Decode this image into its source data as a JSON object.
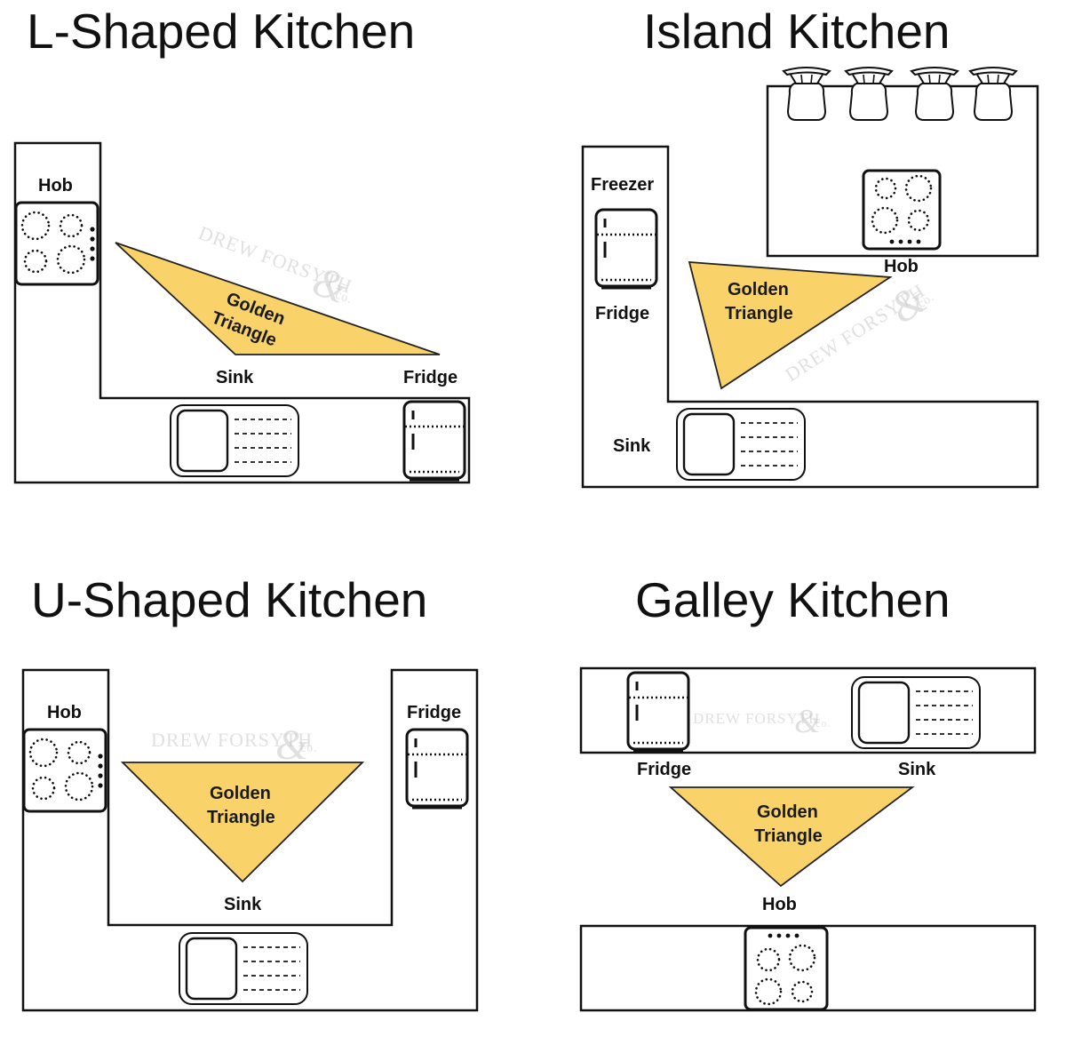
{
  "colors": {
    "triangle_fill": "#F8CF5C",
    "line": "#111111",
    "background": "#FFFFFF",
    "watermark": "#C8C8C8"
  },
  "watermark": {
    "text": "DREW FORSYTH",
    "suffix": "co.",
    "ampersand": "&"
  },
  "layouts": [
    {
      "id": "l-shaped",
      "title": "L-Shaped Kitchen",
      "labels": {
        "hob": "Hob",
        "sink": "Sink",
        "fridge": "Fridge"
      },
      "triangle": {
        "line1": "Golden",
        "line2": "Triangle",
        "vertices": [
          "Hob",
          "Sink",
          "Fridge"
        ]
      },
      "appliances": [
        "hob-icon",
        "sink-icon",
        "fridge-icon"
      ]
    },
    {
      "id": "island",
      "title": "Island Kitchen",
      "labels": {
        "freezer": "Freezer",
        "fridge": "Fridge",
        "hob": "Hob",
        "sink": "Sink"
      },
      "triangle": {
        "line1": "Golden",
        "line2": "Triangle",
        "vertices": [
          "Fridge",
          "Hob",
          "Sink"
        ]
      },
      "appliances": [
        "fridge-freezer-icon",
        "hob-icon",
        "sink-icon",
        "bar-stool-icon x4"
      ],
      "stools": 4
    },
    {
      "id": "u-shaped",
      "title": "U-Shaped Kitchen",
      "labels": {
        "hob": "Hob",
        "fridge": "Fridge",
        "sink": "Sink"
      },
      "triangle": {
        "line1": "Golden",
        "line2": "Triangle",
        "vertices": [
          "Hob",
          "Fridge",
          "Sink"
        ]
      },
      "appliances": [
        "hob-icon",
        "fridge-icon",
        "sink-icon"
      ]
    },
    {
      "id": "galley",
      "title": "Galley Kitchen",
      "labels": {
        "fridge": "Fridge",
        "sink": "Sink",
        "hob": "Hob"
      },
      "triangle": {
        "line1": "Golden",
        "line2": "Triangle",
        "vertices": [
          "Fridge",
          "Sink",
          "Hob"
        ]
      },
      "appliances": [
        "fridge-icon",
        "sink-icon",
        "hob-icon"
      ]
    }
  ]
}
